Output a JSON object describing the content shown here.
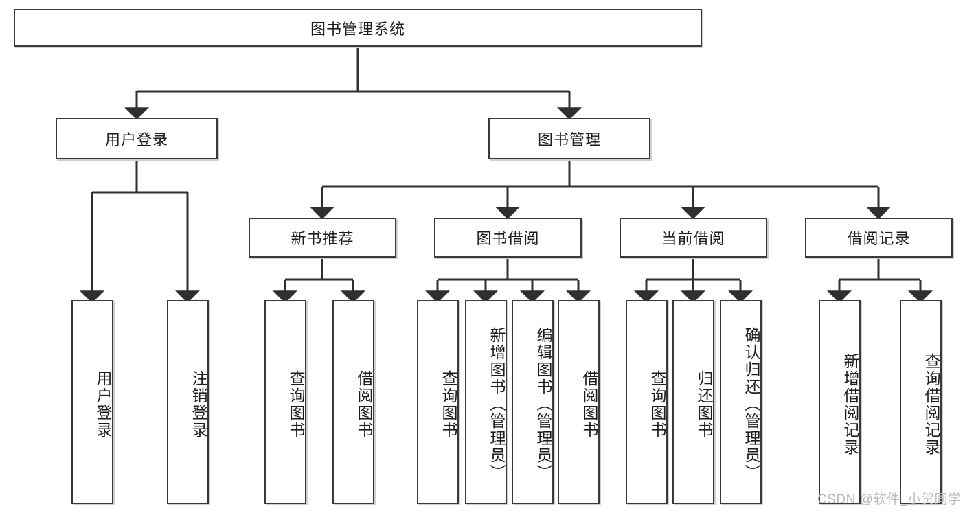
{
  "diagram": {
    "type": "tree-hierarchy",
    "title_node": {
      "label": "图书管理系统"
    },
    "level1": [
      {
        "id": "user-login",
        "label": "用户登录"
      },
      {
        "id": "book-manage",
        "label": "图书管理"
      }
    ],
    "level2": [
      {
        "id": "new-book-recommend",
        "label": "新书推荐",
        "parent": "book-manage"
      },
      {
        "id": "book-borrow",
        "label": "图书借阅",
        "parent": "book-manage"
      },
      {
        "id": "current-borrow",
        "label": "当前借阅",
        "parent": "book-manage"
      },
      {
        "id": "borrow-record",
        "label": "借阅记录",
        "parent": "book-manage"
      }
    ],
    "leaves": [
      {
        "id": "leaf-user-login",
        "label": "用户登录",
        "parent": "user-login"
      },
      {
        "id": "leaf-logout-login",
        "label": "注销登录",
        "parent": "user-login"
      },
      {
        "id": "leaf-query-book-1",
        "label": "查询图书",
        "parent": "new-book-recommend"
      },
      {
        "id": "leaf-borrow-book-1",
        "label": "借阅图书",
        "parent": "new-book-recommend"
      },
      {
        "id": "leaf-query-book-2",
        "label": "查询图书",
        "parent": "book-borrow"
      },
      {
        "id": "leaf-add-book",
        "label": "新增图书（管理员）",
        "parent": "book-borrow"
      },
      {
        "id": "leaf-edit-book",
        "label": "编辑图书（管理员）",
        "parent": "book-borrow"
      },
      {
        "id": "leaf-borrow-book-2",
        "label": "借阅图书",
        "parent": "book-borrow"
      },
      {
        "id": "leaf-query-book-3",
        "label": "查询图书",
        "parent": "current-borrow"
      },
      {
        "id": "leaf-return-book",
        "label": "归还图书",
        "parent": "current-borrow"
      },
      {
        "id": "leaf-confirm-return",
        "label": "确认归还（管理员）",
        "parent": "current-borrow"
      },
      {
        "id": "leaf-add-record",
        "label": "新增借阅记录",
        "parent": "borrow-record"
      },
      {
        "id": "leaf-query-record",
        "label": "查询借阅记录",
        "parent": "borrow-record"
      }
    ],
    "colors": {
      "border": "#3a3a3a",
      "background": "#ffffff",
      "text": "#1d1d1d",
      "watermark": "#b9b9b9"
    }
  },
  "watermark": {
    "text": "CSDN @软件_小贺同学"
  }
}
